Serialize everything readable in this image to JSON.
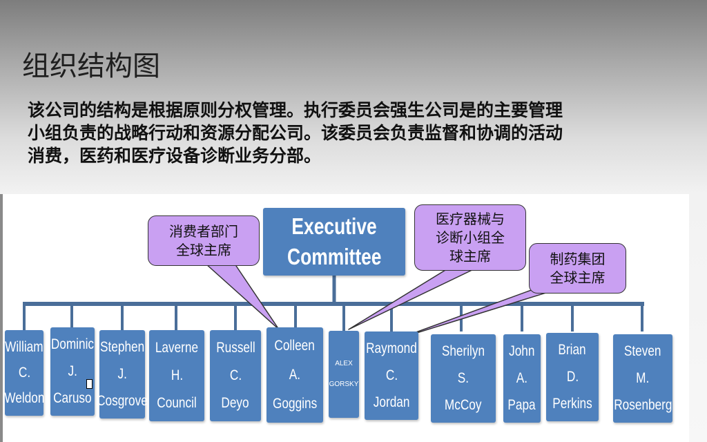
{
  "slide": {
    "title": "组织结构图",
    "intro_lines": [
      "该公司的结构是根据原则分权管理。执行委员会强生公司是的主要管理",
      "小组负责的战略行动和资源分配公司。该委员会负责监督和协调的活动",
      "消费，医药和医疗设备诊断业务分部。"
    ]
  },
  "org_chart": {
    "executive": [
      "Executive",
      "Committee"
    ],
    "members": [
      {
        "lines": [
          "William",
          "C.",
          "Weldon"
        ]
      },
      {
        "lines": [
          "Dominic",
          "J.",
          "Caruso"
        ]
      },
      {
        "lines": [
          "Stephen",
          "J.",
          "Cosgrove"
        ]
      },
      {
        "lines": [
          "Laverne",
          "H.",
          "Council"
        ]
      },
      {
        "lines": [
          "Russell",
          "C.",
          "Deyo"
        ]
      },
      {
        "lines": [
          "Colleen",
          "A.",
          "Goggins"
        ]
      },
      {
        "lines": [
          "ALEX",
          "GORSKY"
        ]
      },
      {
        "lines": [
          "Raymond",
          "C.",
          "Jordan"
        ]
      },
      {
        "lines": [
          "Sherilyn",
          "S.",
          "McCoy"
        ]
      },
      {
        "lines": [
          "John",
          "A.",
          "Papa"
        ]
      },
      {
        "lines": [
          "Brian",
          "D.",
          "Perkins"
        ]
      },
      {
        "lines": [
          "Steven",
          "M.",
          "Rosenberg"
        ]
      }
    ],
    "callouts": [
      {
        "lines": [
          "消费者部门",
          "全球主席"
        ]
      },
      {
        "lines": [
          "医疗器械与",
          "诊断小组全",
          "球主席"
        ]
      },
      {
        "lines": [
          "制药集团",
          "全球主席"
        ]
      }
    ],
    "colors": {
      "box_fill": "#4f81bd",
      "connector": "#4a6e99",
      "callout_fill": "#c9a0f2"
    }
  }
}
